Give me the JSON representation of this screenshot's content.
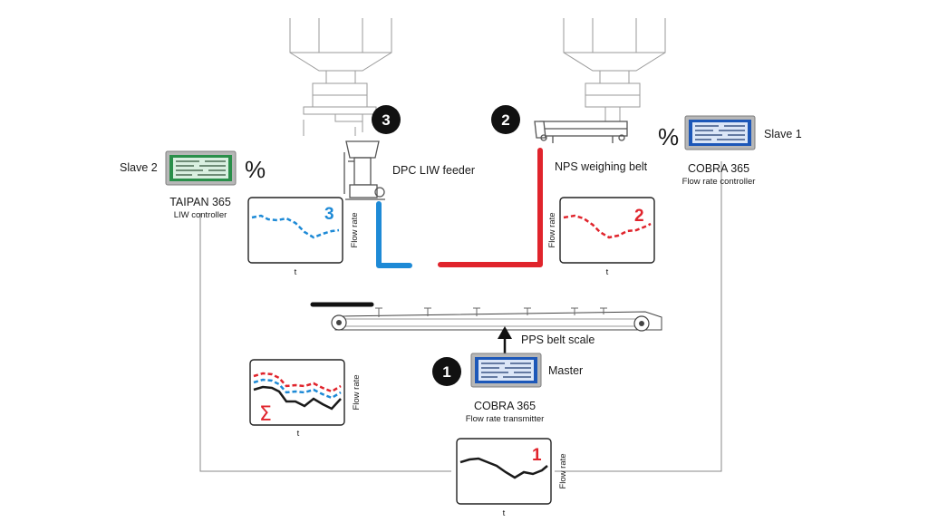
{
  "colors": {
    "blue": "#1e8ad6",
    "red": "#e0242c",
    "black": "#1a1a1a",
    "connector": "#8a8a8a"
  },
  "steps": {
    "one": "1",
    "two": "2",
    "three": "3"
  },
  "labels": {
    "dpc_liw_feeder": "DPC LIW feeder",
    "nps_weighing_belt": "NPS weighing belt",
    "pps_belt_scale": "PPS belt scale",
    "master": "Master",
    "slave1": "Slave 1",
    "slave2": "Slave 2",
    "percent": "%"
  },
  "devices": {
    "cobra_transmitter": {
      "name": "COBRA 365",
      "role": "Flow rate transmitter"
    },
    "cobra_controller": {
      "name": "COBRA 365",
      "role": "Flow rate controller"
    },
    "taipan": {
      "name": "TAIPAN 365",
      "role": "LIW controller"
    }
  },
  "plots": {
    "p3": {
      "number": "3",
      "ylabel": "Flow rate",
      "xlabel": "t"
    },
    "p2": {
      "number": "2",
      "ylabel": "Flow rate",
      "xlabel": "t"
    },
    "p1": {
      "number": "1",
      "ylabel": "Flow rate",
      "xlabel": "t"
    },
    "psum": {
      "symbol": "Σ",
      "ylabel": "Flow rate",
      "xlabel": "t"
    }
  }
}
